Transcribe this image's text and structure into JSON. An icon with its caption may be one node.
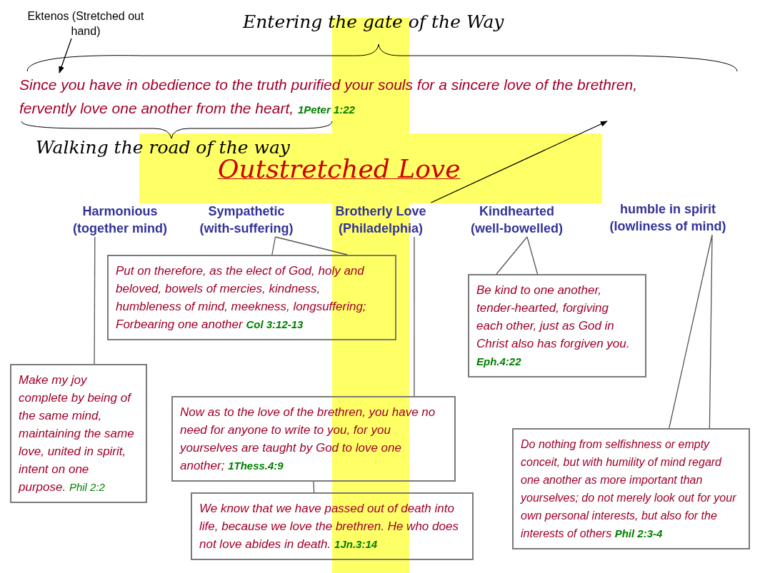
{
  "diagram": {
    "title": "Outstretched Love",
    "nodes": [
      {
        "text": [
          "Ektenos (Stretched out hand)"
        ]
      },
      {
        "text": [
          "Since you have in obedience to the truth purified your souls for a sincere love of the brethren, fervently love one another from the heart,",
          "1Peter 1:22"
        ]
      },
      {
        "text": [
          "Harmonious (together mind)"
        ]
      },
      {
        "text": [
          "Sympathetic (with-suffering)"
        ]
      },
      {
        "text": [
          "Brotherly Love (Philadelphia)"
        ]
      },
      {
        "text": [
          "Kindhearted (well-bowelled)"
        ]
      },
      {
        "text": [
          "humble in spirit (lowliness of mind)"
        ]
      },
      {
        "text": [
          "Put on therefore, as the elect of God, holy and beloved, bowels of mercies, kindness, humbleness of mind, meekness, longsuffering; Forbearing one another",
          "Col 3:12-13"
        ]
      },
      {
        "text": [
          "Be kind to one another, tender-hearted, forgiving each other, just as God in Christ also has forgiven you.",
          "Eph.4:22"
        ]
      },
      {
        "text": [
          "Make my joy complete by being of the same mind, maintaining the same love, united in spirit, intent on one purpose.",
          "Phil 2:2"
        ]
      },
      {
        "text": [
          "Now as to the love of the brethren, you have no need for anyone to write to you, for you yourselves are taught by God to love one another;",
          "1Thess.4:9"
        ]
      },
      {
        "text": [
          "We know that we have passed out of death into life, because we love the brethren. He who does not love abides in death.",
          "1Jn.3:14"
        ]
      },
      {
        "text": [
          "Do nothing from selfishness or empty conceit, but with humility of mind regard one another as more important than yourselves; do not merely look out for your own personal interests, but also for the interests of others",
          "Phil 2:3-4"
        ]
      }
    ],
    "edges": [
      {
        "from": 0,
        "to": 1,
        "arrow": "to"
      },
      {
        "from": 4,
        "to": 1,
        "arrow": "to"
      },
      {
        "from": 2,
        "to": 9,
        "arrow": "none"
      },
      {
        "from": 3,
        "to": 7,
        "arrow": "none"
      },
      {
        "from": 4,
        "to": 10,
        "arrow": "none"
      },
      {
        "from": 5,
        "to": 8,
        "arrow": "none"
      },
      {
        "from": 6,
        "to": 12,
        "arrow": "none"
      },
      {
        "from": 10,
        "to": 11,
        "arrow": "none"
      }
    ],
    "labels": [
      "Entering the gate of the Way",
      "Walking the road of the way"
    ]
  }
}
